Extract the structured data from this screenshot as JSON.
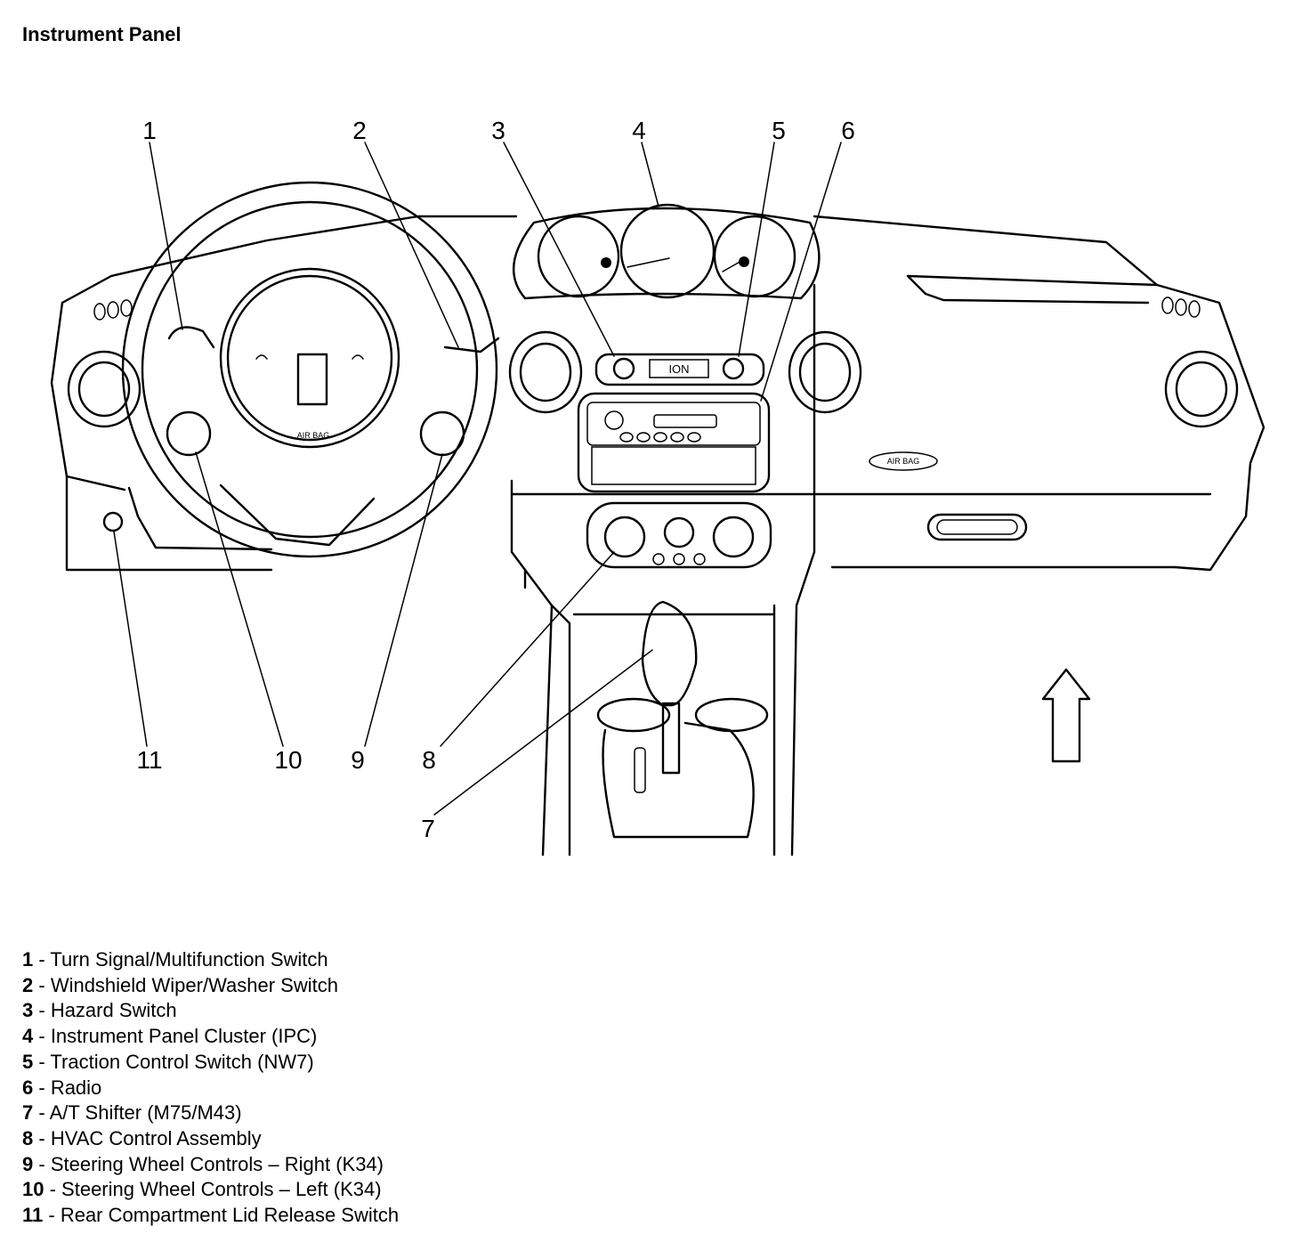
{
  "title": "Instrument Panel",
  "diagram": {
    "labels": {
      "airbag_wheel": "AIR BAG",
      "airbag_dash": "AIR BAG",
      "radio_badge": "ION"
    },
    "callouts": [
      {
        "num": "1"
      },
      {
        "num": "2"
      },
      {
        "num": "3"
      },
      {
        "num": "4"
      },
      {
        "num": "5"
      },
      {
        "num": "6"
      },
      {
        "num": "7"
      },
      {
        "num": "8"
      },
      {
        "num": "9"
      },
      {
        "num": "10"
      },
      {
        "num": "11"
      }
    ],
    "forward_arrow_icon": "up-arrow-icon"
  },
  "legend": [
    {
      "num": "1",
      "text": "Turn Signal/Multifunction Switch"
    },
    {
      "num": "2",
      "text": "Windshield Wiper/Washer Switch"
    },
    {
      "num": "3",
      "text": "Hazard Switch"
    },
    {
      "num": "4",
      "text": "Instrument Panel Cluster (IPC)"
    },
    {
      "num": "5",
      "text": "Traction Control Switch (NW7)"
    },
    {
      "num": "6",
      "text": "Radio"
    },
    {
      "num": "7",
      "text": "A/T Shifter (M75/M43)"
    },
    {
      "num": "8",
      "text": "HVAC Control Assembly"
    },
    {
      "num": "9",
      "text": "Steering Wheel Controls – Right (K34)"
    },
    {
      "num": "10",
      "text": "Steering Wheel Controls – Left (K34)"
    },
    {
      "num": "11",
      "text": "Rear Compartment Lid Release Switch"
    }
  ]
}
